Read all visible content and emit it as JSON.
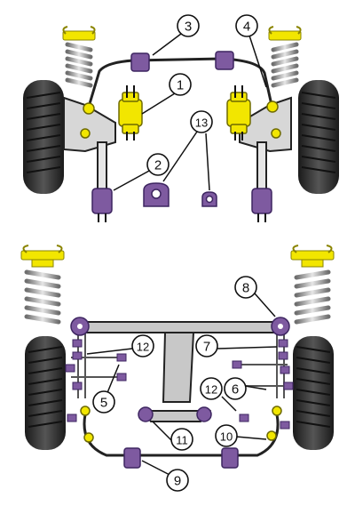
{
  "diagram": {
    "colors": {
      "bush_yellow": "#F2E600",
      "bush_purple": "#7E5AA0",
      "tyre": "#2A2A2A",
      "spring": "#9A9A9A",
      "frame": "#C8C8C8"
    },
    "callouts": [
      {
        "id": "c3",
        "label": "3"
      },
      {
        "id": "c4",
        "label": "4"
      },
      {
        "id": "c1",
        "label": "1"
      },
      {
        "id": "c13",
        "label": "13"
      },
      {
        "id": "c2",
        "label": "2"
      },
      {
        "id": "c8",
        "label": "8"
      },
      {
        "id": "c12a",
        "label": "12"
      },
      {
        "id": "c7",
        "label": "7"
      },
      {
        "id": "c5",
        "label": "5"
      },
      {
        "id": "c12b",
        "label": "12"
      },
      {
        "id": "c6",
        "label": "6"
      },
      {
        "id": "c11",
        "label": "11"
      },
      {
        "id": "c10",
        "label": "10"
      },
      {
        "id": "c9",
        "label": "9"
      }
    ]
  }
}
